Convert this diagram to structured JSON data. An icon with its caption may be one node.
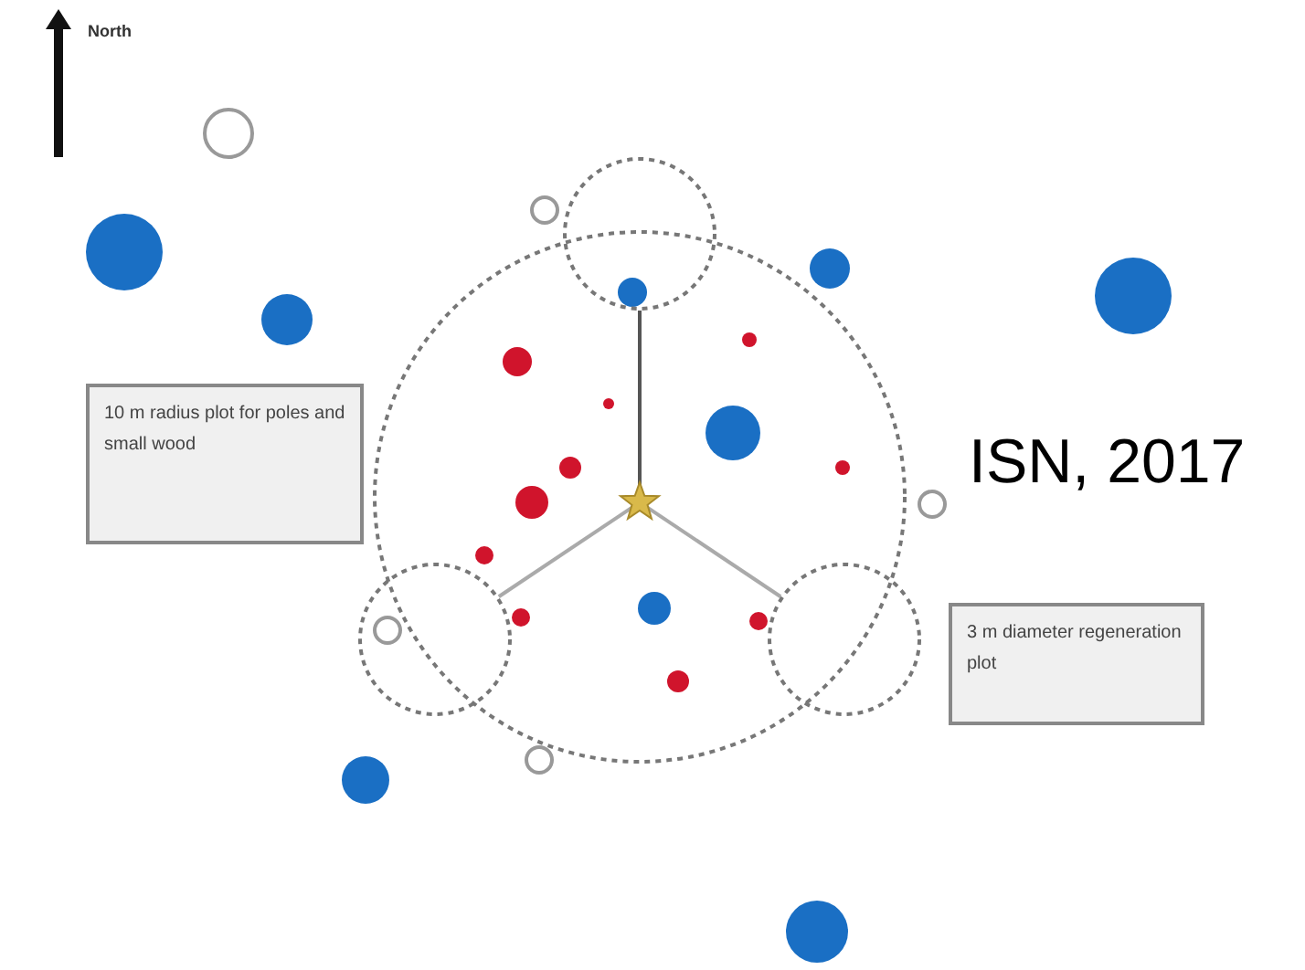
{
  "diagram": {
    "nodes": [
      {
        "text": [
          "10 m radius plot for poles and small wood"
        ]
      },
      {
        "text": [],
        "shape": "star"
      },
      {
        "text": [],
        "shape": "circle"
      },
      {
        "text": [],
        "shape": "circle"
      },
      {
        "text": [],
        "shape": "circle"
      },
      {
        "text": [
          "3 m diameter regeneration plot"
        ]
      }
    ],
    "edges": [
      {
        "from": 1,
        "to": 2,
        "arrow": "none",
        "color": "#555555"
      },
      {
        "from": 1,
        "to": 3,
        "arrow": "none"
      },
      {
        "from": 1,
        "to": 4,
        "arrow": "none"
      }
    ],
    "labels": [
      "North",
      "ISN, 2017"
    ]
  }
}
